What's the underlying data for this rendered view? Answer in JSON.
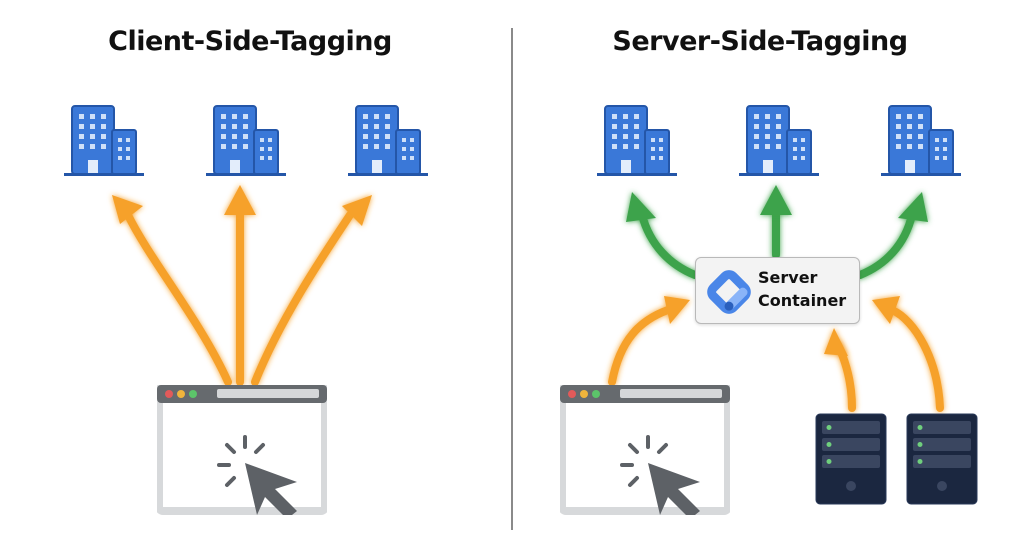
{
  "diagram": {
    "left": {
      "title": "Client-Side-Tagging",
      "nodes": [
        "building-1",
        "building-2",
        "building-3"
      ],
      "source": "browser-window",
      "arrow_color": "#f6a12b"
    },
    "right": {
      "title": "Server-Side-Tagging",
      "nodes": [
        "building-1",
        "building-2",
        "building-3"
      ],
      "hub": {
        "line1": "Server",
        "line2": "Container",
        "icon": "google-tag-manager-icon"
      },
      "sources": [
        "browser-window",
        "server-1",
        "server-2"
      ],
      "inbound_arrow_color": "#f6a12b",
      "outbound_arrow_color": "#3ea34c"
    },
    "colors": {
      "building": "#3a78d8",
      "building_dark": "#2456a8",
      "window_light": "#cfe0f8",
      "browser_bar": "#666a6e",
      "browser_frame": "#d7d9db",
      "cursor": "#5d6166",
      "server_body": "#1b2740",
      "server_led": "#6fcf7d"
    }
  }
}
